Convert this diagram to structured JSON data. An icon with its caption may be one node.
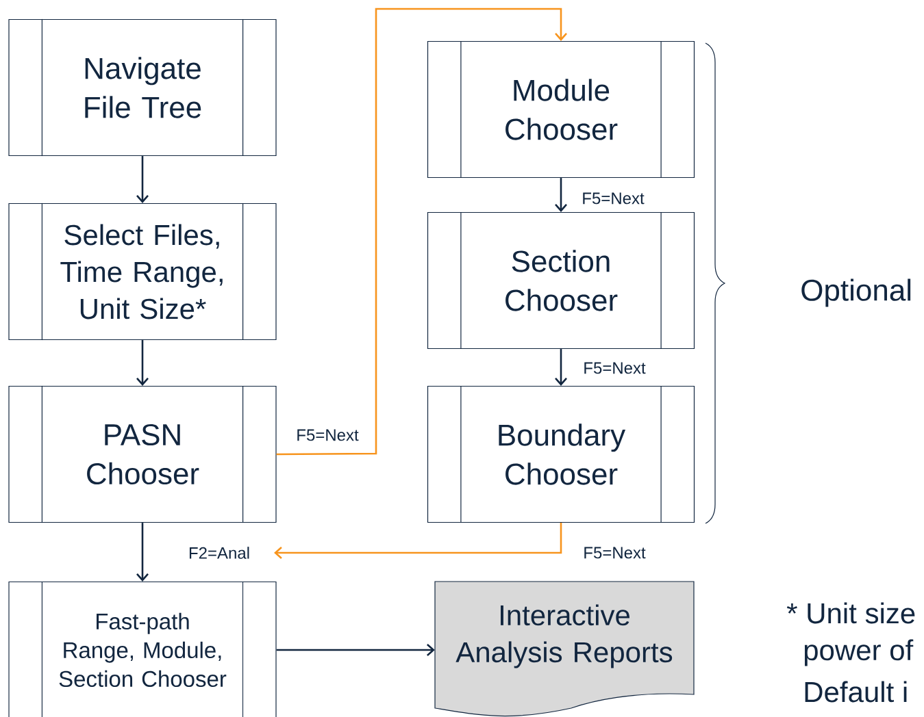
{
  "diagram": {
    "nodes": [
      {
        "text": [
          "Navigate File Tree"
        ]
      },
      {
        "text": [
          "Select Files, Time Range, Unit Size*"
        ]
      },
      {
        "text": [
          "PASN Chooser"
        ]
      },
      {
        "text": [
          "Fast-path Range, Module, Section Chooser"
        ]
      },
      {
        "text": [
          "Module Chooser"
        ]
      },
      {
        "text": [
          "Section Chooser"
        ]
      },
      {
        "text": [
          "Boundary Chooser"
        ]
      },
      {
        "text": [
          "Interactive Analysis Reports"
        ]
      }
    ],
    "edges": [
      {
        "from": 0,
        "to": 1,
        "arrow": "to"
      },
      {
        "from": 1,
        "to": 2,
        "arrow": "to"
      },
      {
        "from": 2,
        "to": 3,
        "arrow": "to",
        "label": "F2=Anal"
      },
      {
        "from": 2,
        "to": 4,
        "arrow": "to",
        "label": "F5=Next",
        "color": "#f7941d"
      },
      {
        "from": 4,
        "to": 5,
        "arrow": "to",
        "label": "F5=Next"
      },
      {
        "from": 5,
        "to": 6,
        "arrow": "to",
        "label": "F5=Next"
      },
      {
        "from": 6,
        "to": null,
        "arrow": "to",
        "label": "F5=Next",
        "color": "#f7941d"
      },
      {
        "from": 3,
        "to": 7,
        "arrow": "to"
      }
    ],
    "labels": [
      "Optional",
      "* Unit size",
      "power of",
      "Default i"
    ]
  }
}
